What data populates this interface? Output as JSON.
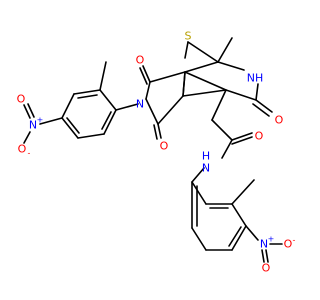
{
  "colors": {
    "carbon_bond": "#000000",
    "oxygen": "#ff0000",
    "nitrogen": "#0000ff",
    "sulfur": "#b8a000",
    "background": "#ffffff"
  },
  "atom_labels": {
    "sulfur_bridge": "S",
    "lactam_nh": "NH",
    "lactam_o": "O",
    "imide_o_top": "O",
    "imide_o_bottom": "O",
    "imide_n": "N",
    "amide_o": "O",
    "amide_nh": "H",
    "amide_n": "N",
    "nitro1_n": "N",
    "nitro1_plus": "+",
    "nitro1_o_double": "O",
    "nitro1_o_single": "O",
    "nitro1_minus": "-",
    "nitro2_n": "N",
    "nitro2_plus": "+",
    "nitro2_o_double": "O",
    "nitro2_o_single": "O",
    "nitro2_minus": "-"
  }
}
